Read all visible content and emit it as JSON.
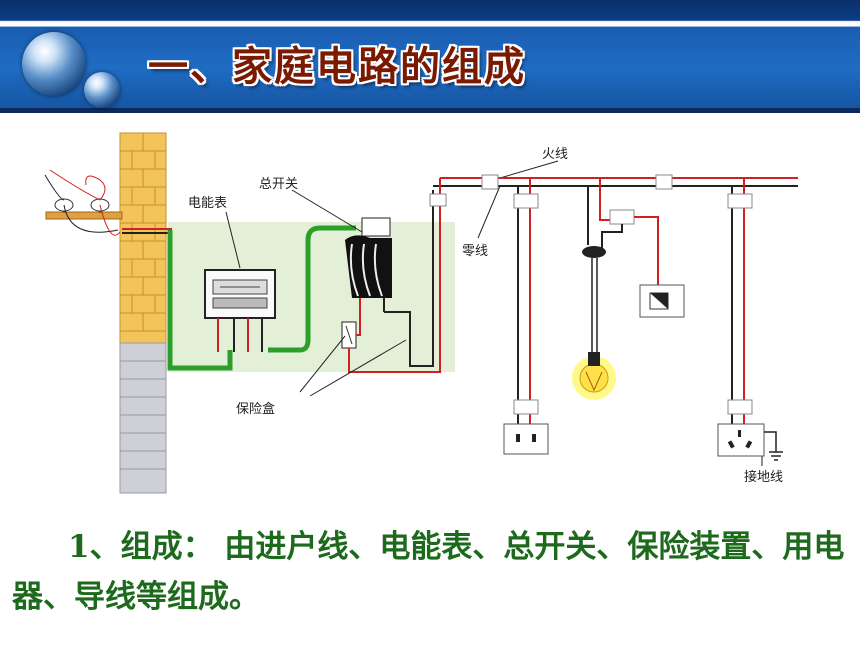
{
  "slide": {
    "title": "一、家庭电路的组成",
    "body": "1、组成：  由进户线、电能表、总开关、保险装置、用电器、导线等组成。"
  },
  "diagram": {
    "labels": {
      "live_wire": "火线",
      "main_switch": "总开关",
      "meter": "电能表",
      "neutral_wire": "零线",
      "fuse_box": "保险盒",
      "ground_wire": "接地线"
    }
  },
  "colors": {
    "live": "#d21f1f",
    "neutral": "#222222",
    "green_wire": "#2aa02a",
    "caption": "#1d6a1d",
    "title": "#7a1a00"
  }
}
